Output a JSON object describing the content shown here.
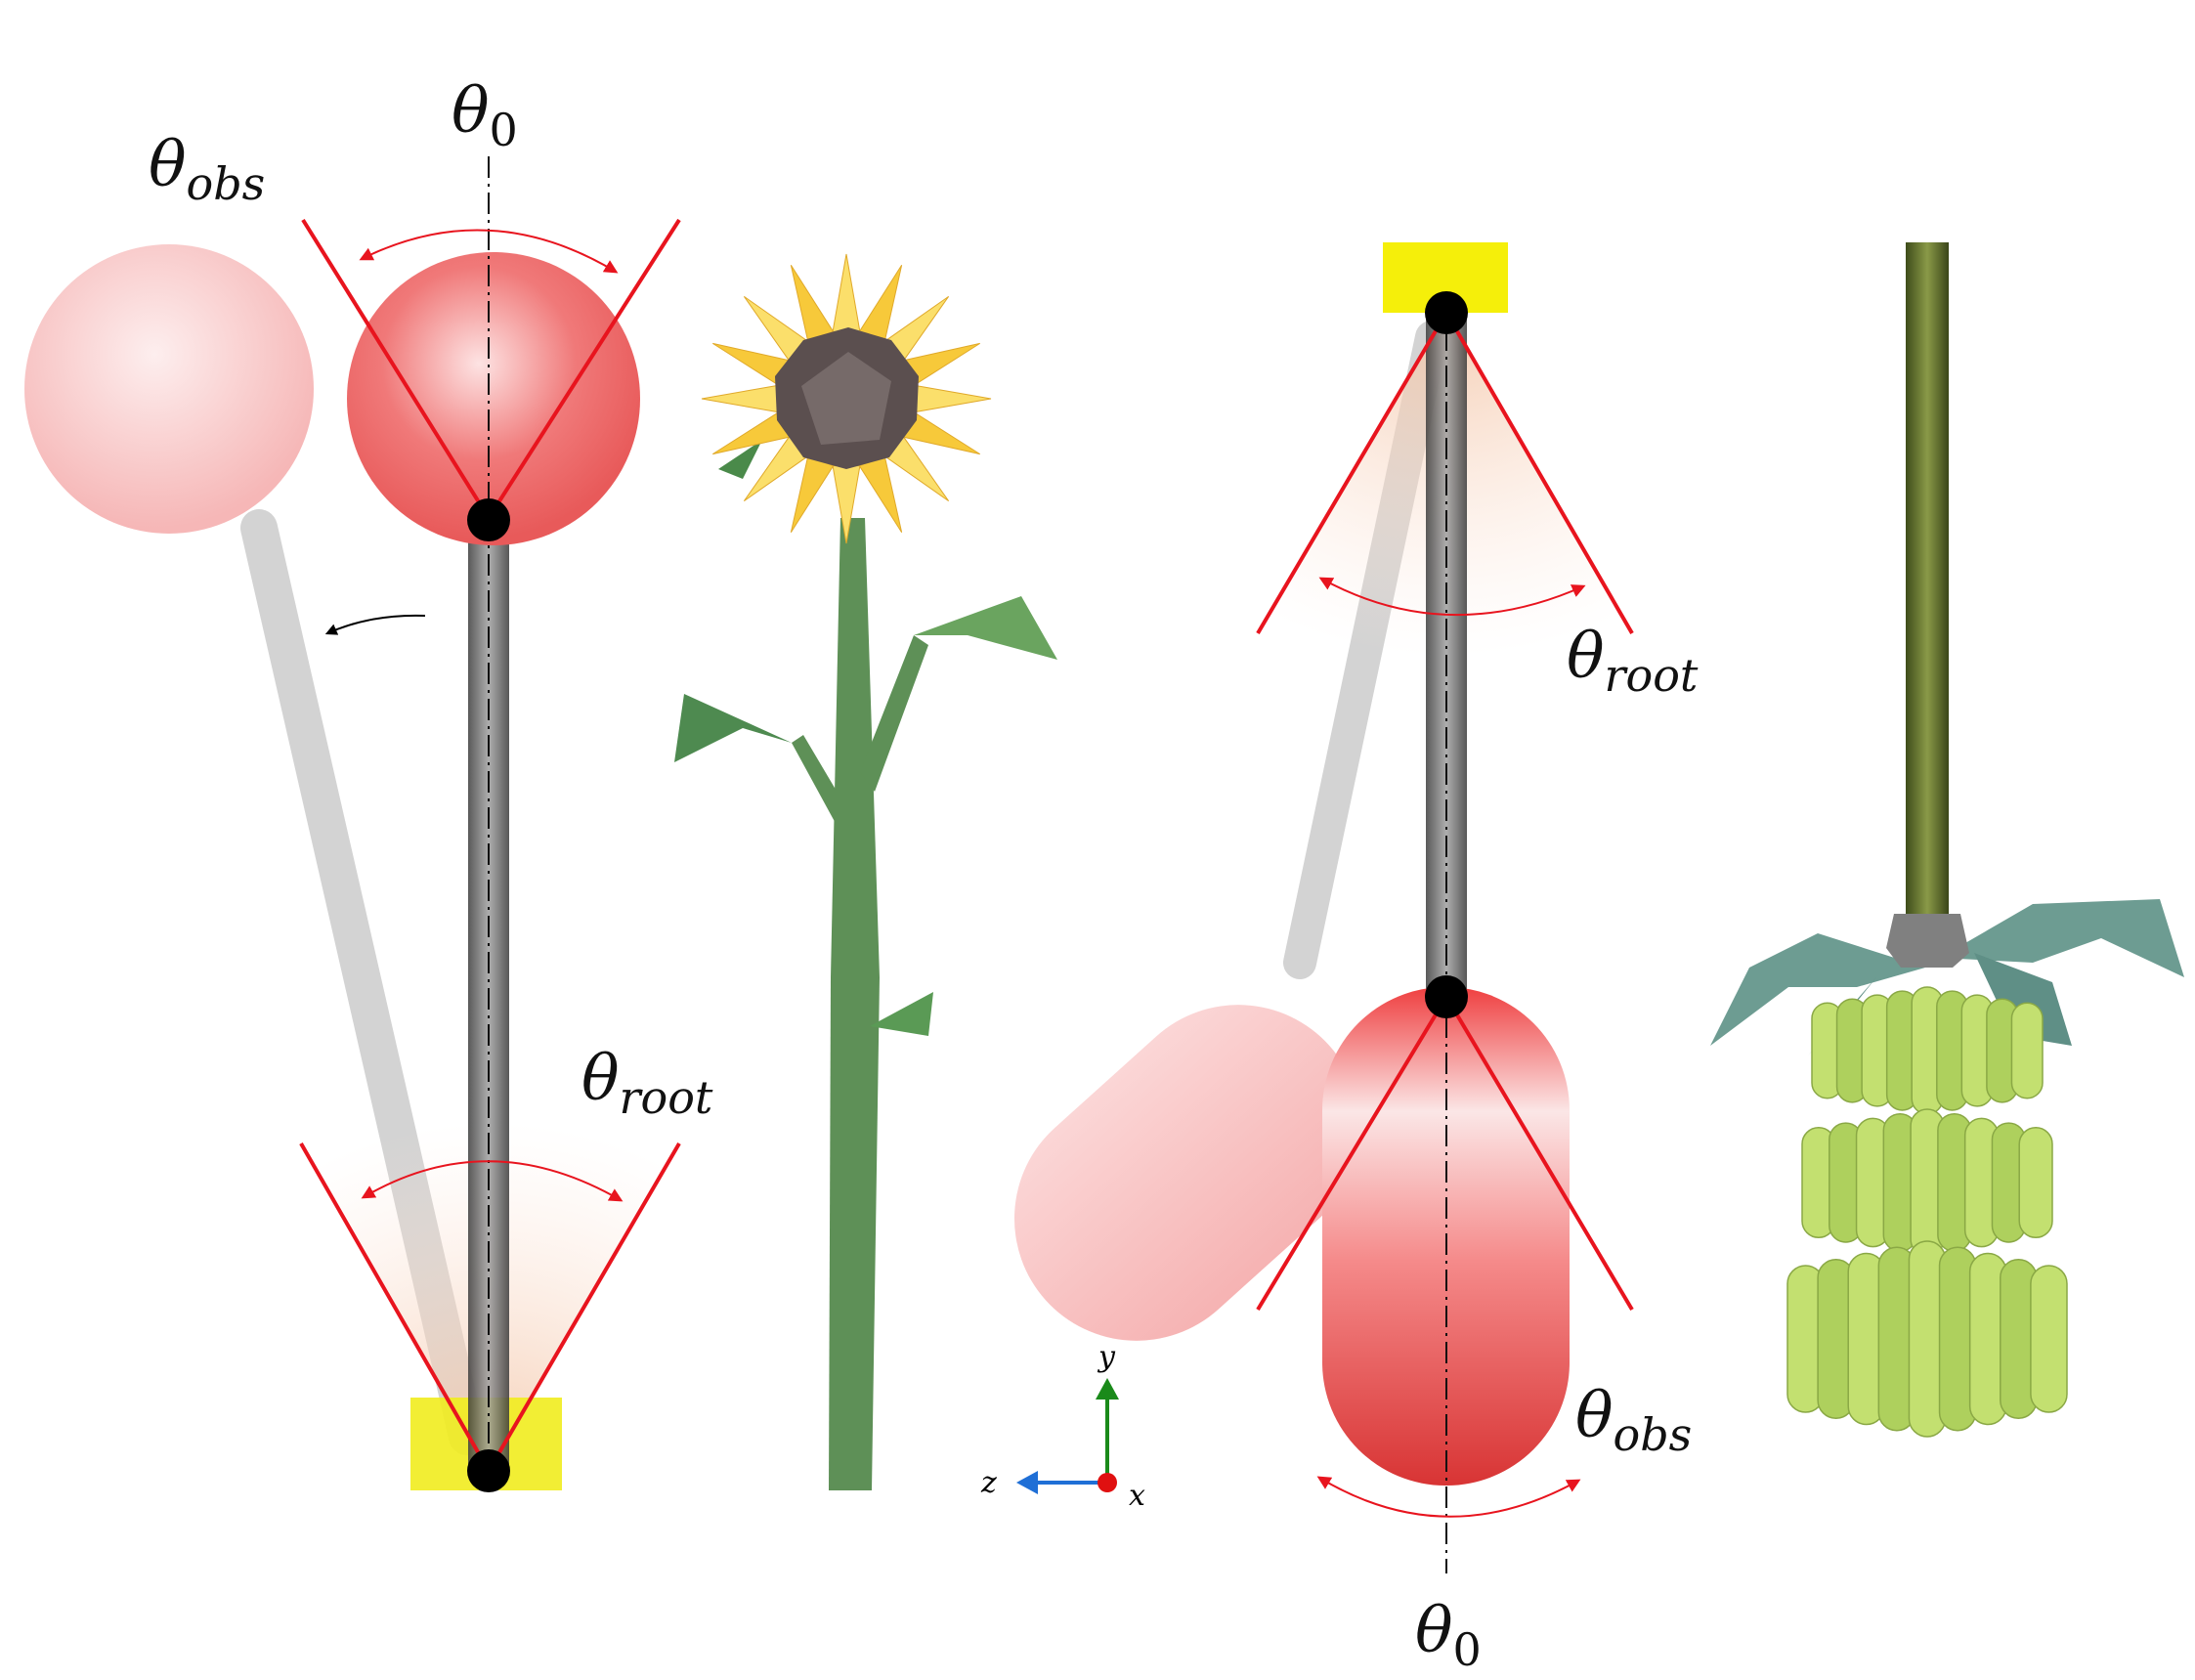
{
  "labels": {
    "left": {
      "theta_zero": {
        "base": "θ",
        "sub": "0"
      },
      "theta_obs": {
        "base": "θ",
        "sub": "obs"
      },
      "theta_root": {
        "base": "θ",
        "sub": "root"
      }
    },
    "right": {
      "theta_zero": {
        "base": "θ",
        "sub": "0"
      },
      "theta_obs": {
        "base": "θ",
        "sub": "obs"
      },
      "theta_root": {
        "base": "θ",
        "sub": "root"
      }
    }
  },
  "axes": {
    "y_label": "y",
    "z_label": "z",
    "x_label": "x",
    "y_color": "#1a8a1a",
    "z_color": "#1f6fd6",
    "x_color": "#e01010"
  },
  "colors": {
    "cone_line": "#e8141e",
    "arc": "#e8141e",
    "mass_strong": "#f0504e",
    "mass_faded": "#f6b9b9",
    "rod_dark": "#6e6e6e",
    "rod_faded": "#d4d4d4",
    "base": "#f5ef1a",
    "joint": "#000000",
    "stem_green": "#5c9256",
    "petal_yellow": "#f7c93a",
    "seed_dark": "#5a4d4d",
    "banana_green": "#b9d96a",
    "banana_leaf": "#6e9f96",
    "banana_stalk": "#5a6a2a"
  }
}
